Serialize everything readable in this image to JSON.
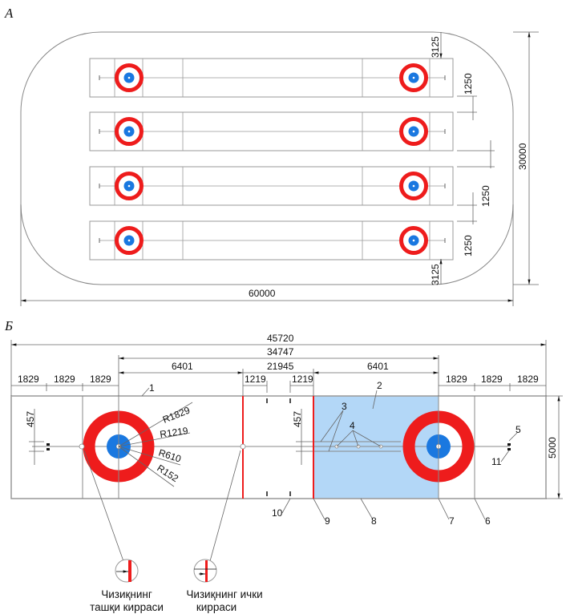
{
  "section_a": {
    "label": "А",
    "dims": {
      "width": "60000",
      "height": "30000",
      "edge_top": "3125",
      "edge_bottom": "3125",
      "gap1": "1250",
      "gap2": "1250",
      "gap3": "1250"
    },
    "sheets": 4
  },
  "section_b": {
    "label": "Б",
    "dims": {
      "total": "45720",
      "tee_to_tee": "34747",
      "hog_to_hog": "21945",
      "tee_to_hog_left": "6401",
      "tee_to_hog_right": "6401",
      "hog_offset_left": "1219",
      "hog_offset_right": "1219",
      "left_1": "1829",
      "left_2": "1829",
      "left_3": "1829",
      "right_1": "1829",
      "right_2": "1829",
      "right_3": "1829",
      "width": "5000",
      "hack_left": "457",
      "hack_right": "457"
    },
    "radii": [
      "R1829",
      "R1219",
      "R610",
      "R152"
    ],
    "callouts": [
      "1",
      "2",
      "3",
      "4",
      "5",
      "6",
      "7",
      "8",
      "9",
      "10",
      "11"
    ],
    "details": [
      {
        "line1": "Чизиқнинг",
        "line2": "ташқи кирраси"
      },
      {
        "line1": "Чизиқнинг ички",
        "line2": "кирраси"
      }
    ]
  },
  "colors": {
    "red": "#ee1c1c",
    "blue": "#1a78e0",
    "light_blue": "#b3d7f7"
  }
}
